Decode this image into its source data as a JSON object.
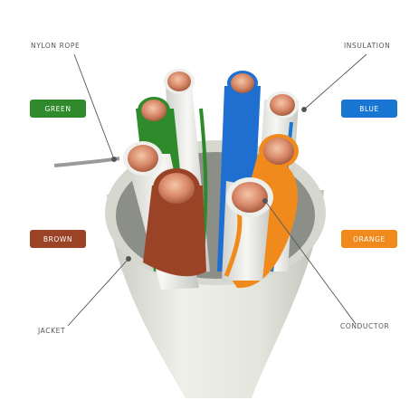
{
  "labels": {
    "nylon_rope": "NYLON ROPE",
    "insulation": "INSULATION",
    "jacket": "JACKET",
    "conductor": "CONDUCTOR"
  },
  "pills": {
    "green": "GREEN",
    "blue": "BLUE",
    "brown": "BROWN",
    "orange": "ORANGE"
  },
  "colors": {
    "green": "#2e8a2b",
    "blue": "#1976d2",
    "brown": "#9a4327",
    "orange": "#f08a1c",
    "jacket": "#e6e8e0",
    "copper": "#d9896a"
  }
}
